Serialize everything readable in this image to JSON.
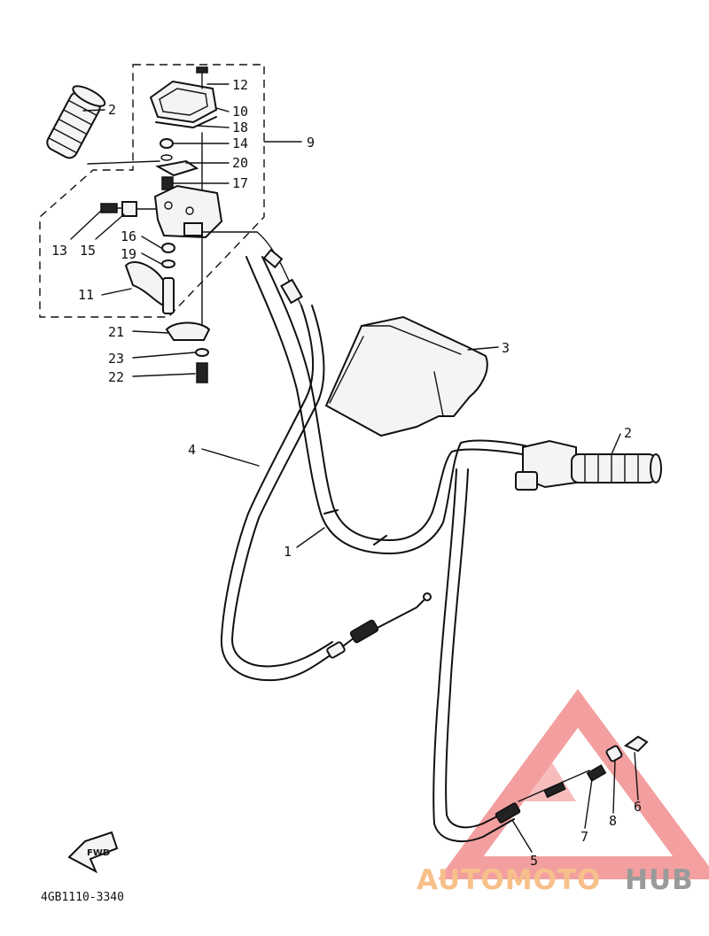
{
  "diagram": {
    "drawing_code": "4GB1110-3340",
    "fwd_label": "FWD",
    "callouts": [
      {
        "id": "c-12",
        "label": "12"
      },
      {
        "id": "c-10",
        "label": "10"
      },
      {
        "id": "c-18",
        "label": "18"
      },
      {
        "id": "c-14",
        "label": "14"
      },
      {
        "id": "c-9",
        "label": "9"
      },
      {
        "id": "c-20",
        "label": "20"
      },
      {
        "id": "c-17",
        "label": "17"
      },
      {
        "id": "c-2a",
        "label": "2"
      },
      {
        "id": "c-13",
        "label": "13"
      },
      {
        "id": "c-15",
        "label": "15"
      },
      {
        "id": "c-16",
        "label": "16"
      },
      {
        "id": "c-19",
        "label": "19"
      },
      {
        "id": "c-11",
        "label": "11"
      },
      {
        "id": "c-21",
        "label": "21"
      },
      {
        "id": "c-23",
        "label": "23"
      },
      {
        "id": "c-22",
        "label": "22"
      },
      {
        "id": "c-3",
        "label": "3"
      },
      {
        "id": "c-4",
        "label": "4"
      },
      {
        "id": "c-2b",
        "label": "2"
      },
      {
        "id": "c-1",
        "label": "1"
      },
      {
        "id": "c-5",
        "label": "5"
      },
      {
        "id": "c-7",
        "label": "7"
      },
      {
        "id": "c-8",
        "label": "8"
      },
      {
        "id": "c-6",
        "label": "6"
      }
    ]
  },
  "watermark": {
    "part1": "AUTOMOTO",
    "part2": "HUB",
    "colors": {
      "logo": "#f08080",
      "part1": "#f7c08a",
      "part2": "#9a9a9a"
    }
  }
}
